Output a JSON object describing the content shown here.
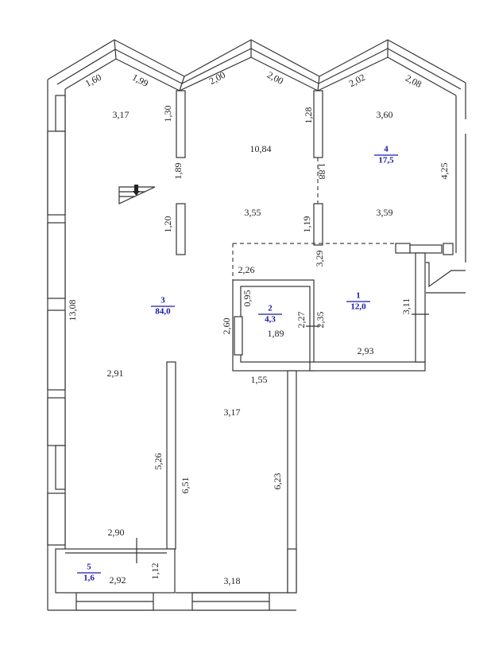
{
  "plan": {
    "rooms": [
      {
        "number": "1",
        "area": "12,0"
      },
      {
        "number": "2",
        "area": "4,3"
      },
      {
        "number": "3",
        "area": "84,0"
      },
      {
        "number": "4",
        "area": "17,5"
      },
      {
        "number": "5",
        "area": "1,6"
      }
    ],
    "dimensions": [
      "1,60",
      "1,99",
      "2,00",
      "2,00",
      "2,02",
      "2,08",
      "3,17",
      "1,30",
      "10,84",
      "1,89",
      "1,20",
      "3,55",
      "1,28",
      "1,88",
      "1,19",
      "3,60",
      "3,59",
      "4,25",
      "3,29",
      "2,26",
      "0,95",
      "2,60",
      "1,89",
      "2,27",
      "2,35",
      "3,11",
      "2,93",
      "13,08",
      "2,91",
      "1,55",
      "3,17",
      "5,26",
      "6,51",
      "6,23",
      "2,90",
      "2,92",
      "1,12",
      "3,18"
    ],
    "colors": {
      "room_label": "#1a1aa6",
      "walls": "#333333",
      "background": "#ffffff"
    }
  }
}
